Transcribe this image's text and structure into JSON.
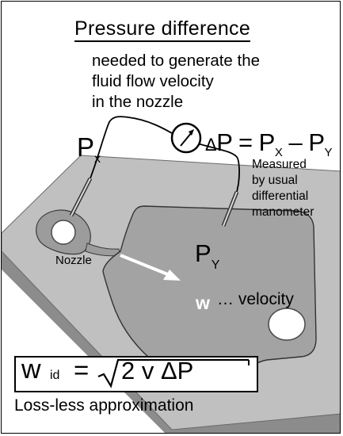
{
  "title": "Pressure difference",
  "description": {
    "line1": "needed to generate the",
    "line2": "fluid flow velocity",
    "line3": "in the nozzle"
  },
  "equation": {
    "delta": "Δ",
    "lhs": "P",
    "equals": " = ",
    "p1": "P",
    "p1_sub": "X",
    "minus": " – ",
    "p2": "P",
    "p2_sub": "Y"
  },
  "px": {
    "main": "P",
    "sub": "x"
  },
  "py": {
    "main": "P",
    "sub": "Y"
  },
  "measured": {
    "line1": "Measured",
    "line2": "by usual",
    "line3": "differential",
    "line4": "manometer"
  },
  "nozzle_label": "Nozzle",
  "velocity": {
    "symbol": "w",
    "text": "… velocity"
  },
  "formula": {
    "w": "w",
    "w_sub": "id",
    "equals": "=",
    "expr": "2 v ΔP"
  },
  "footer": "Loss-less approximation",
  "colors": {
    "plate_top": "#bdbdbd",
    "plate_side": "#8e8e8e",
    "chamber": "#a3a3a3",
    "arrow": "#ffffff"
  }
}
